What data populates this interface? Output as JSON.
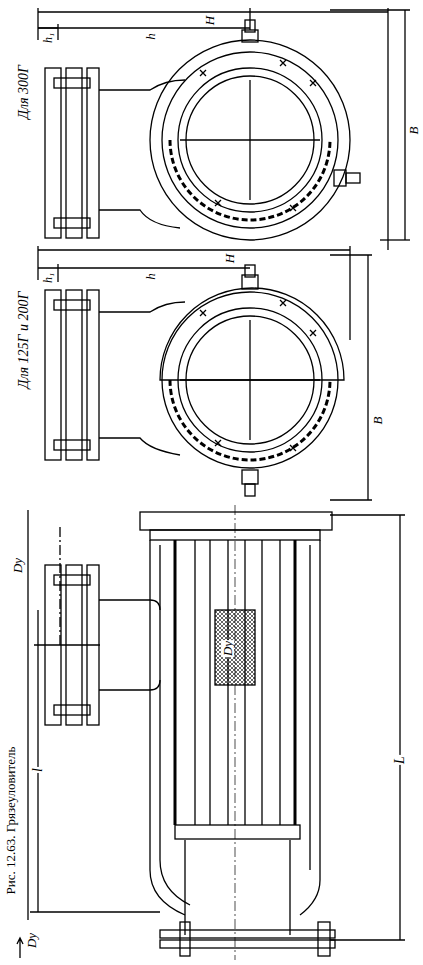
{
  "diagram": {
    "caption": "Рис. 12.63. Грязеуловитель",
    "labels": [
      "Для 300Г",
      "H",
      "h",
      "h₁",
      "В",
      "Для 125Г и 200Г",
      "H",
      "h",
      "h₁",
      "В",
      "Dу",
      "l",
      "L",
      "Dу",
      "Dу"
    ]
  }
}
